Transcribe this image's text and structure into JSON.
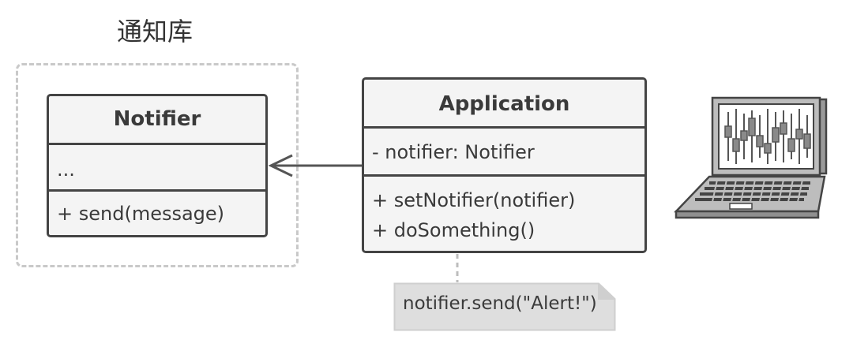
{
  "library": {
    "title": "通知库"
  },
  "notifier_class": {
    "name": "Notifier",
    "fields": [
      "..."
    ],
    "methods": [
      "+ send(message)"
    ]
  },
  "application_class": {
    "name": "Application",
    "fields": [
      "- notifier: Notifier"
    ],
    "methods": [
      "+ setNotifier(notifier)",
      "+ doSomething()"
    ]
  },
  "note": {
    "text": "notifier.send(\"Alert!\")"
  },
  "colors": {
    "box_fill": "#f4f4f4",
    "box_stroke": "#444444",
    "note_fill": "#dedede",
    "frame_dash": "#c9c9c9",
    "arrow": "#555555"
  },
  "icons": {
    "client_device": "laptop-icon"
  }
}
